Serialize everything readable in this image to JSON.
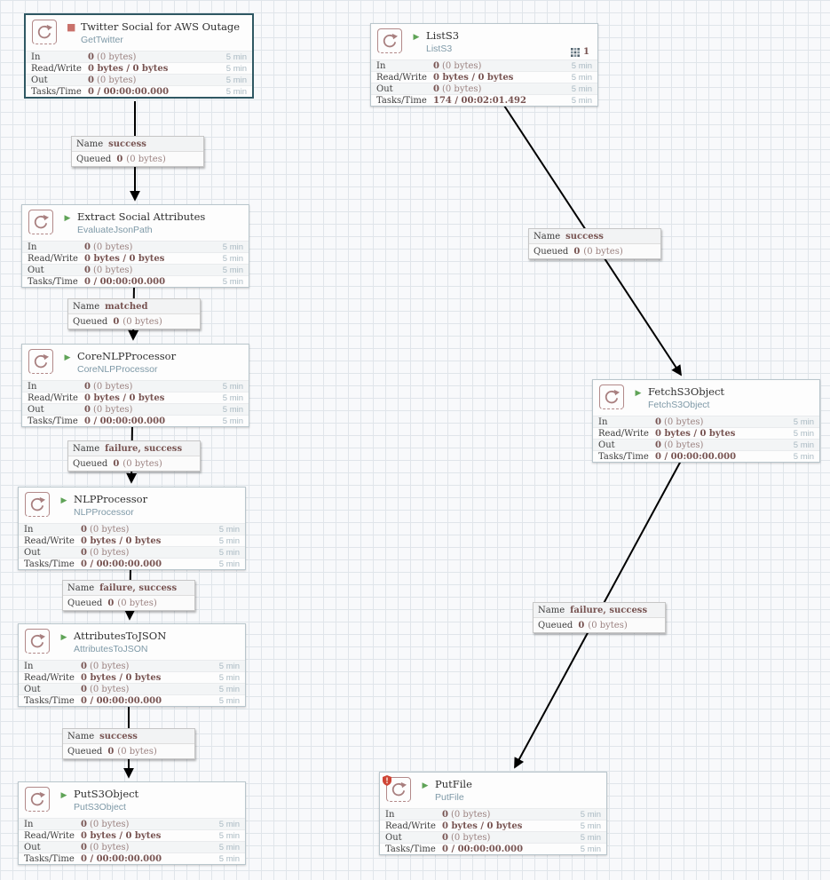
{
  "processors": [
    {
      "id": "twitter-social-for-aws-outage",
      "name": "Twitter Social for AWS Outage",
      "type": "GetTwitter",
      "state": "stopped",
      "selected": true,
      "rows": [
        {
          "label": "In",
          "bold": "0",
          "light": "(0 bytes)",
          "window": "5 min"
        },
        {
          "label": "Read/Write",
          "bold": "0 bytes / 0 bytes",
          "light": "",
          "window": "5 min"
        },
        {
          "label": "Out",
          "bold": "0",
          "light": "(0 bytes)",
          "window": "5 min"
        },
        {
          "label": "Tasks/Time",
          "bold": "0 / 00:00:00.000",
          "light": "",
          "window": "5 min"
        }
      ]
    },
    {
      "id": "lists3",
      "name": "ListS3",
      "type": "ListS3",
      "state": "running",
      "active_threads": "1",
      "rows": [
        {
          "label": "In",
          "bold": "0",
          "light": "(0 bytes)",
          "window": "5 min"
        },
        {
          "label": "Read/Write",
          "bold": "0 bytes / 0 bytes",
          "light": "",
          "window": "5 min"
        },
        {
          "label": "Out",
          "bold": "0",
          "light": "(0 bytes)",
          "window": "5 min"
        },
        {
          "label": "Tasks/Time",
          "bold": "174 / 00:02:01.492",
          "light": "",
          "window": "5 min"
        }
      ]
    },
    {
      "id": "extract-social-attributes",
      "name": "Extract Social Attributes",
      "type": "EvaluateJsonPath",
      "state": "running",
      "rows": [
        {
          "label": "In",
          "bold": "0",
          "light": "(0 bytes)",
          "window": "5 min"
        },
        {
          "label": "Read/Write",
          "bold": "0 bytes / 0 bytes",
          "light": "",
          "window": "5 min"
        },
        {
          "label": "Out",
          "bold": "0",
          "light": "(0 bytes)",
          "window": "5 min"
        },
        {
          "label": "Tasks/Time",
          "bold": "0 / 00:00:00.000",
          "light": "",
          "window": "5 min"
        }
      ]
    },
    {
      "id": "corenlpprocessor",
      "name": "CoreNLPProcessor",
      "type": "CoreNLPProcessor",
      "state": "running",
      "rows": [
        {
          "label": "In",
          "bold": "0",
          "light": "(0 bytes)",
          "window": "5 min"
        },
        {
          "label": "Read/Write",
          "bold": "0 bytes / 0 bytes",
          "light": "",
          "window": "5 min"
        },
        {
          "label": "Out",
          "bold": "0",
          "light": "(0 bytes)",
          "window": "5 min"
        },
        {
          "label": "Tasks/Time",
          "bold": "0 / 00:00:00.000",
          "light": "",
          "window": "5 min"
        }
      ]
    },
    {
      "id": "nlpprocessor",
      "name": "NLPProcessor",
      "type": "NLPProcessor",
      "state": "running",
      "rows": [
        {
          "label": "In",
          "bold": "0",
          "light": "(0 bytes)",
          "window": "5 min"
        },
        {
          "label": "Read/Write",
          "bold": "0 bytes / 0 bytes",
          "light": "",
          "window": "5 min"
        },
        {
          "label": "Out",
          "bold": "0",
          "light": "(0 bytes)",
          "window": "5 min"
        },
        {
          "label": "Tasks/Time",
          "bold": "0 / 00:00:00.000",
          "light": "",
          "window": "5 min"
        }
      ]
    },
    {
      "id": "attributestojson",
      "name": "AttributesToJSON",
      "type": "AttributesToJSON",
      "state": "running",
      "rows": [
        {
          "label": "In",
          "bold": "0",
          "light": "(0 bytes)",
          "window": "5 min"
        },
        {
          "label": "Read/Write",
          "bold": "0 bytes / 0 bytes",
          "light": "",
          "window": "5 min"
        },
        {
          "label": "Out",
          "bold": "0",
          "light": "(0 bytes)",
          "window": "5 min"
        },
        {
          "label": "Tasks/Time",
          "bold": "0 / 00:00:00.000",
          "light": "",
          "window": "5 min"
        }
      ]
    },
    {
      "id": "puts3object",
      "name": "PutS3Object",
      "type": "PutS3Object",
      "state": "running",
      "rows": [
        {
          "label": "In",
          "bold": "0",
          "light": "(0 bytes)",
          "window": "5 min"
        },
        {
          "label": "Read/Write",
          "bold": "0 bytes / 0 bytes",
          "light": "",
          "window": "5 min"
        },
        {
          "label": "Out",
          "bold": "0",
          "light": "(0 bytes)",
          "window": "5 min"
        },
        {
          "label": "Tasks/Time",
          "bold": "0 / 00:00:00.000",
          "light": "",
          "window": "5 min"
        }
      ]
    },
    {
      "id": "fetchs3object",
      "name": "FetchS3Object",
      "type": "FetchS3Object",
      "state": "running",
      "rows": [
        {
          "label": "In",
          "bold": "0",
          "light": "(0 bytes)",
          "window": "5 min"
        },
        {
          "label": "Read/Write",
          "bold": "0 bytes / 0 bytes",
          "light": "",
          "window": "5 min"
        },
        {
          "label": "Out",
          "bold": "0",
          "light": "(0 bytes)",
          "window": "5 min"
        },
        {
          "label": "Tasks/Time",
          "bold": "0 / 00:00:00.000",
          "light": "",
          "window": "5 min"
        }
      ]
    },
    {
      "id": "putfile",
      "name": "PutFile",
      "type": "PutFile",
      "state": "running",
      "restricted": true,
      "rows": [
        {
          "label": "In",
          "bold": "0",
          "light": "(0 bytes)",
          "window": "5 min"
        },
        {
          "label": "Read/Write",
          "bold": "0 bytes / 0 bytes",
          "light": "",
          "window": "5 min"
        },
        {
          "label": "Out",
          "bold": "0",
          "light": "(0 bytes)",
          "window": "5 min"
        },
        {
          "label": "Tasks/Time",
          "bold": "0 / 00:00:00.000",
          "light": "",
          "window": "5 min"
        }
      ]
    }
  ],
  "connections": [
    {
      "name_label": "Name",
      "name_value": "success",
      "queued_label": "Queued",
      "queued_bold": "0",
      "queued_light": "(0 bytes)"
    },
    {
      "name_label": "Name",
      "name_value": "matched",
      "queued_label": "Queued",
      "queued_bold": "0",
      "queued_light": "(0 bytes)"
    },
    {
      "name_label": "Name",
      "name_value": "failure, success",
      "queued_label": "Queued",
      "queued_bold": "0",
      "queued_light": "(0 bytes)"
    },
    {
      "name_label": "Name",
      "name_value": "failure, success",
      "queued_label": "Queued",
      "queued_bold": "0",
      "queued_light": "(0 bytes)"
    },
    {
      "name_label": "Name",
      "name_value": "success",
      "queued_label": "Queued",
      "queued_bold": "0",
      "queued_light": "(0 bytes)"
    },
    {
      "name_label": "Name",
      "name_value": "success",
      "queued_label": "Queued",
      "queued_bold": "0",
      "queued_light": "(0 bytes)"
    },
    {
      "name_label": "Name",
      "name_value": "failure, success",
      "queued_label": "Queued",
      "queued_bold": "0",
      "queued_light": "(0 bytes)"
    }
  ],
  "colors": {
    "selected_border": "#2f5863",
    "running": "#5fa357",
    "stopped": "#c9716b",
    "stat_value": "#775351",
    "stat_value_light": "#9b8280",
    "type_text": "#7e99a7",
    "time_window_text": "#a9b9c2",
    "processor_icon": "#b28989",
    "restricted_shield": "#cf4536",
    "threads_grid": "#54656f"
  },
  "icons": {
    "processor_icon": "circular-arrows-stamp",
    "running_icon": "play-triangle",
    "stopped_icon": "stop-square",
    "active_threads_icon": "grid-dots",
    "restricted_icon": "red-shield"
  }
}
